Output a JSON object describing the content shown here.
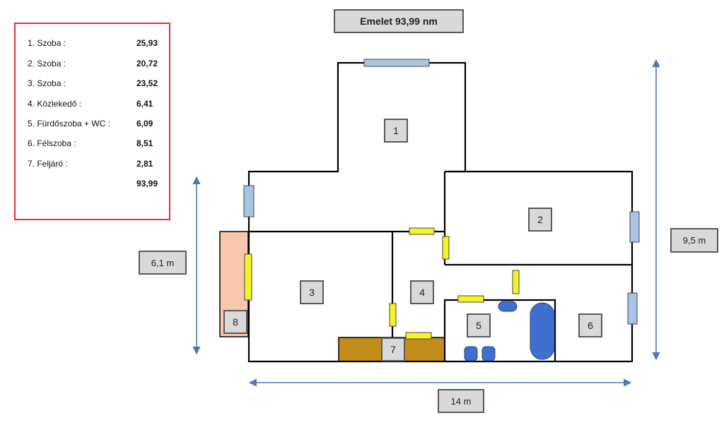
{
  "title": "Emelet 93,99 nm",
  "legend": {
    "rows": [
      {
        "name": "1. Szoba :",
        "value": "25,93"
      },
      {
        "name": "2. Szoba :",
        "value": "20,72"
      },
      {
        "name": "3. Szoba :",
        "value": "23,52"
      },
      {
        "name": "4. Közlekedő :",
        "value": "6,41"
      },
      {
        "name": "5. Fürdőszoba + WC :",
        "value": "6,09"
      },
      {
        "name": "6. Félszoba :",
        "value": "8,51"
      },
      {
        "name": "7. Feljáró :",
        "value": "2,81"
      }
    ],
    "total": "93,99",
    "border_color": "#e03030"
  },
  "rooms": {
    "r1": "1",
    "r2": "2",
    "r3": "3",
    "r4": "4",
    "r5": "5",
    "r6": "6",
    "r7": "7",
    "r8": "8"
  },
  "dimensions": {
    "height_left": "6,1 m",
    "height_right": "9,5 m",
    "width_bottom": "14 m"
  },
  "colors": {
    "wall": "#000000",
    "window": "#aac4e4",
    "door": "#f5f521",
    "stair": "#c18c1a",
    "balcony": "#f9c7ad",
    "fixture": "#3f6fcf",
    "arrow": "#4a78b8"
  }
}
